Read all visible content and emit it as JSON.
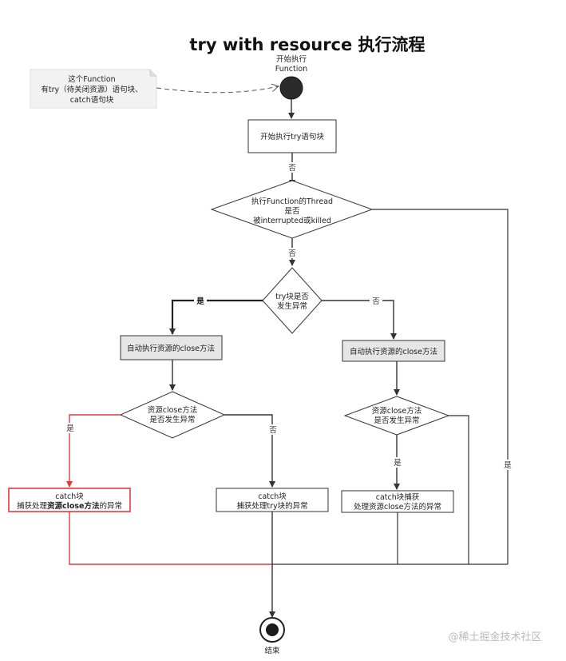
{
  "title": "try with resource 执行流程",
  "start_label": [
    "开始执行",
    "Function"
  ],
  "note": [
    "这个Function",
    "有try（待关闭资源）语句块、",
    "catch语句块"
  ],
  "box_start": "开始执行try语句块",
  "label_no_1": "否",
  "decision_thread": [
    "执行Function的Thread",
    "是否",
    "被interrupted或killed"
  ],
  "label_no_2": "否",
  "decision_try": [
    "try块是否",
    "发生异常"
  ],
  "label_yes_left": "是",
  "label_no_right": "否",
  "label_yes_far_right": "是",
  "box_close_left": "自动执行资源的close方法",
  "box_close_right": "自动执行资源的close方法",
  "decision_close_left": [
    "资源close方法",
    "是否发生异常"
  ],
  "decision_close_right": [
    "资源close方法",
    "是否发生异常"
  ],
  "label_close_left_yes": "是",
  "label_close_left_no": "否",
  "label_close_right_yes": "是",
  "catch_red": {
    "line1": "catch块",
    "line2_pre": "捕获处理",
    "line2_bold": "资源close方法",
    "line2_post": "的异常"
  },
  "catch_mid": [
    "catch块",
    "捕获处理try块的异常"
  ],
  "catch_right": [
    "catch块捕获",
    "处理资源close方法的异常"
  ],
  "end_label": "结束",
  "watermark": "@稀土掘金技术社区",
  "colors": {
    "line": "#333333",
    "red": "#e03c3c",
    "gray_box": "#e6e6e6",
    "note_bg": "#f2f2f2"
  }
}
